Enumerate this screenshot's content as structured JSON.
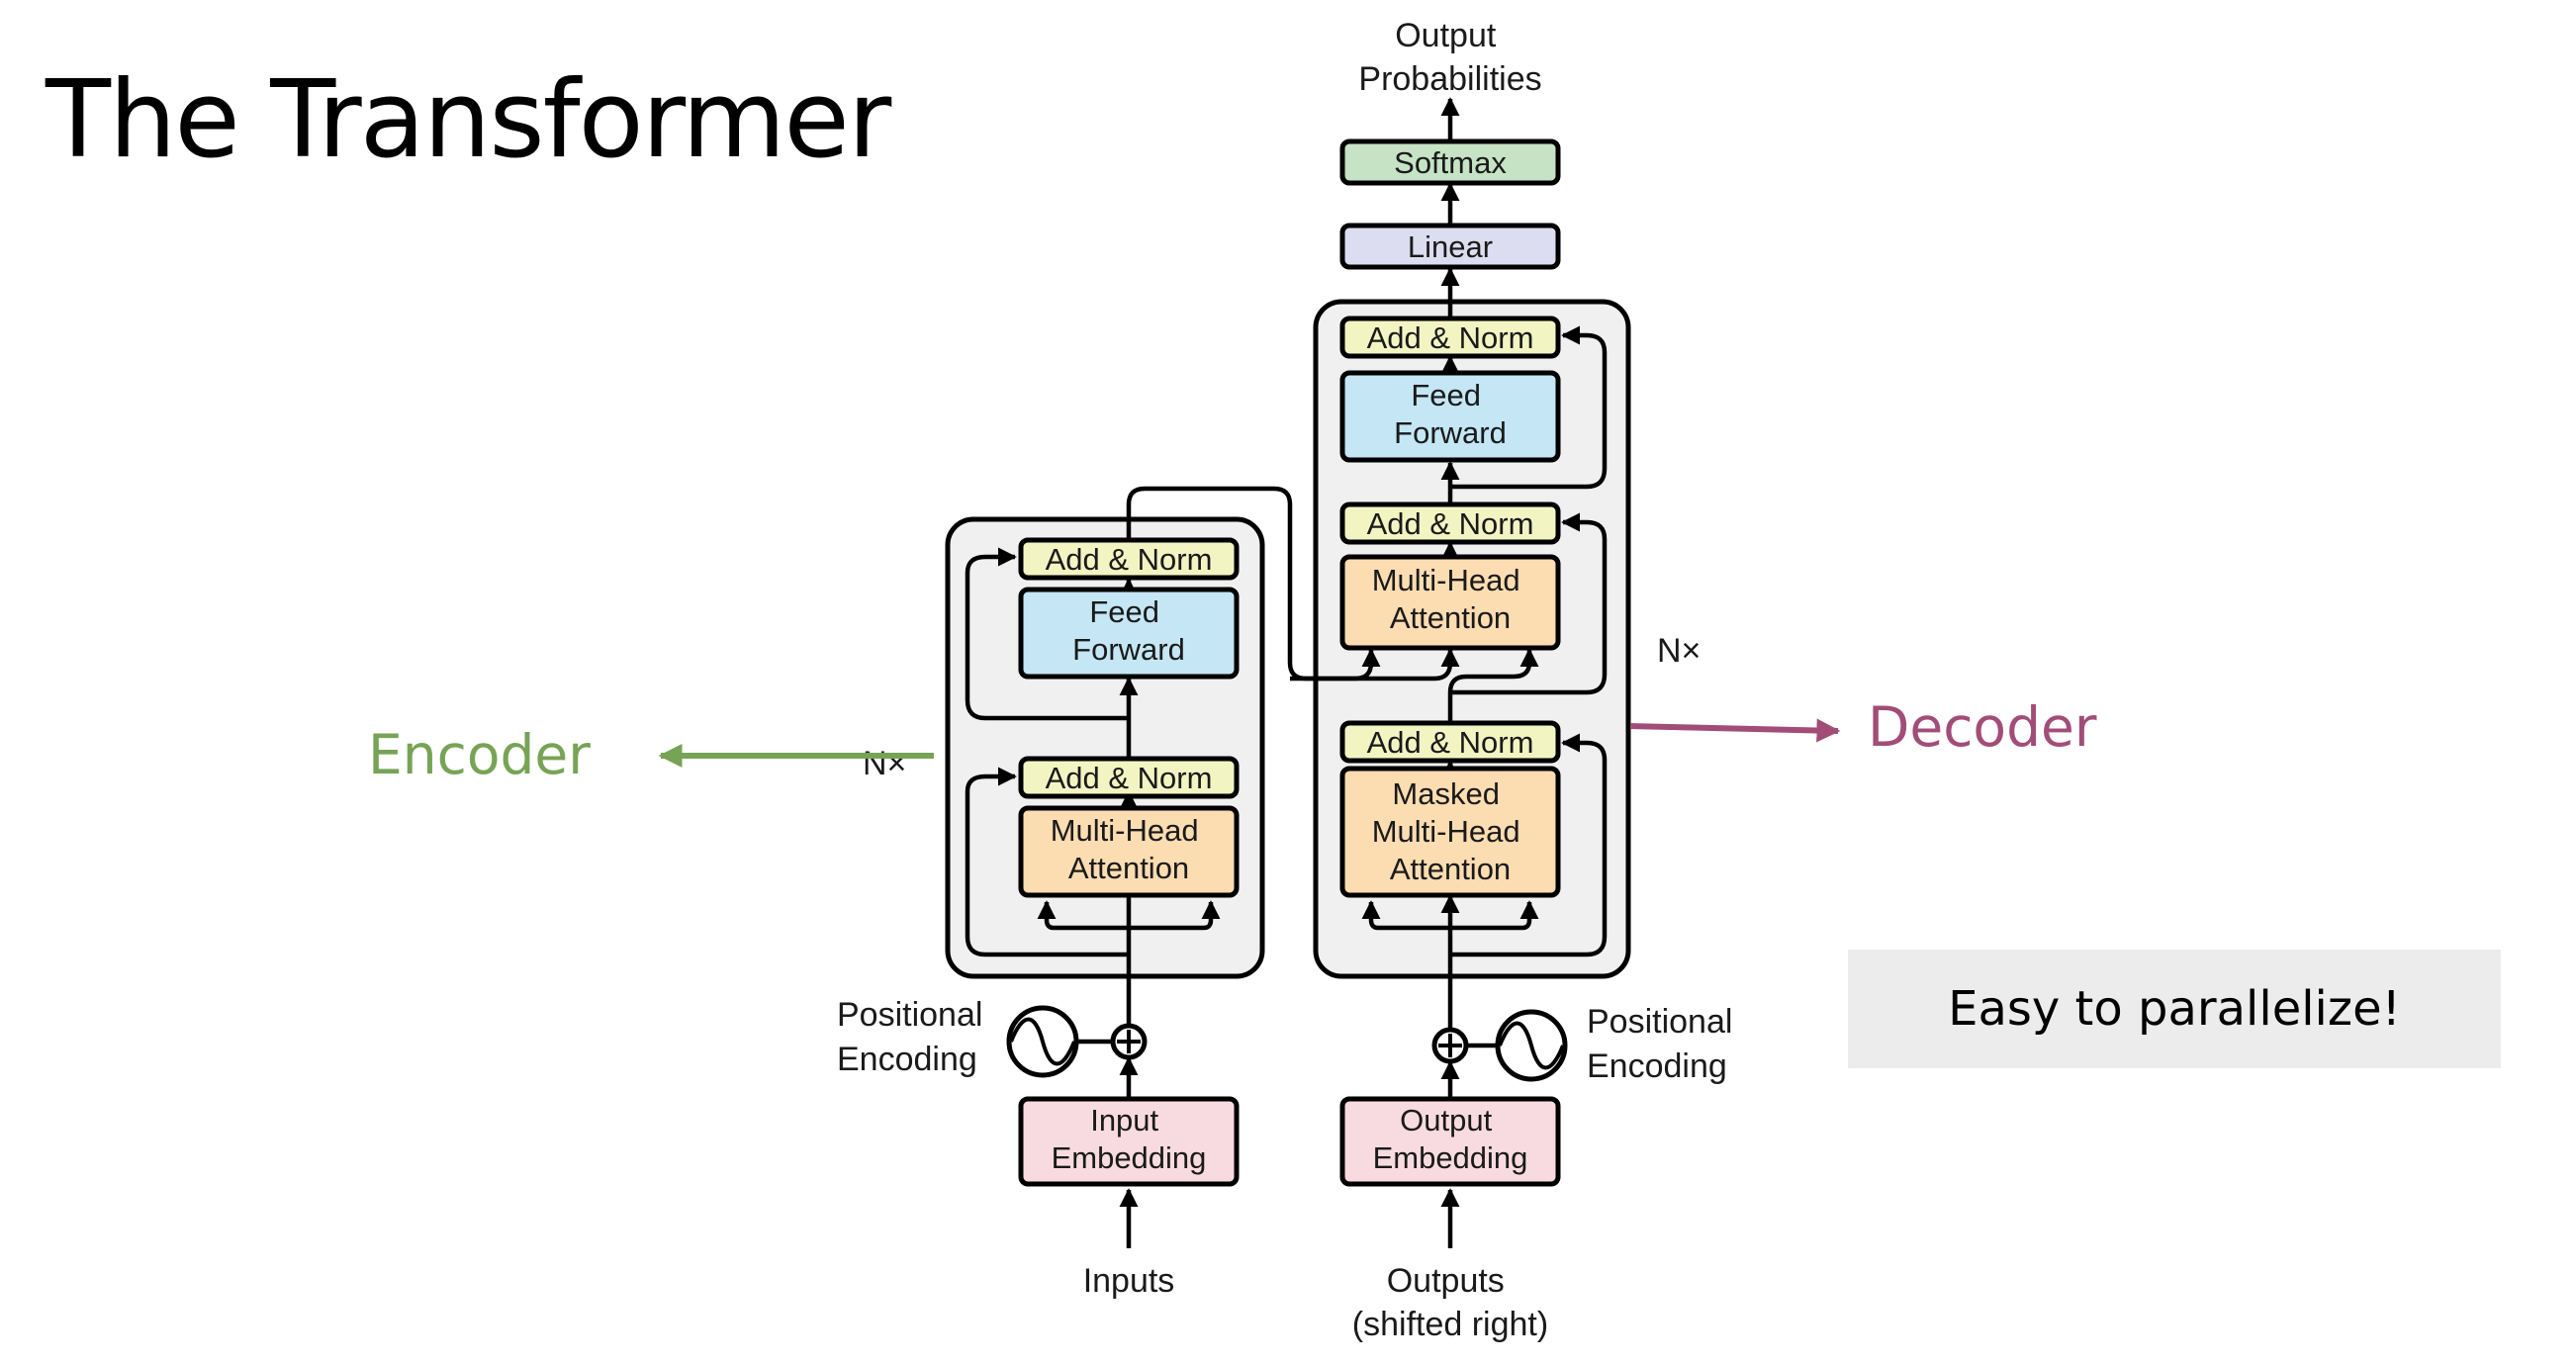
{
  "slide": {
    "title": "The Transformer",
    "callout": "Easy to parallelize!"
  },
  "labels": {
    "encoder": "Encoder",
    "decoder": "Decoder",
    "encoder_color": "#77a356",
    "decoder_color": "#a24d78"
  },
  "diagram": {
    "output_title": [
      "Output",
      "Probabilities"
    ],
    "softmax": "Softmax",
    "linear": "Linear",
    "add_norm": "Add & Norm",
    "feed_forward": [
      "Feed",
      "Forward"
    ],
    "multi_head_attention": [
      "Multi-Head",
      "Attention"
    ],
    "masked_multi_head_attention": [
      "Masked",
      "Multi-Head",
      "Attention"
    ],
    "nx": "N×",
    "positional_encoding": [
      "Positional",
      "Encoding"
    ],
    "input_embedding": [
      "Input",
      "Embedding"
    ],
    "output_embedding": [
      "Output",
      "Embedding"
    ],
    "inputs": "Inputs",
    "outputs": [
      "Outputs",
      "(shifted right)"
    ],
    "colors": {
      "add_norm": "#f2f5c2",
      "feed_forward": "#c4e6f5",
      "attention": "#fcdcb1",
      "embedding": "#f8dbe0",
      "softmax": "#c6e3c5",
      "linear": "#dcddf1",
      "stack_bg": "#f0f0f0"
    }
  }
}
